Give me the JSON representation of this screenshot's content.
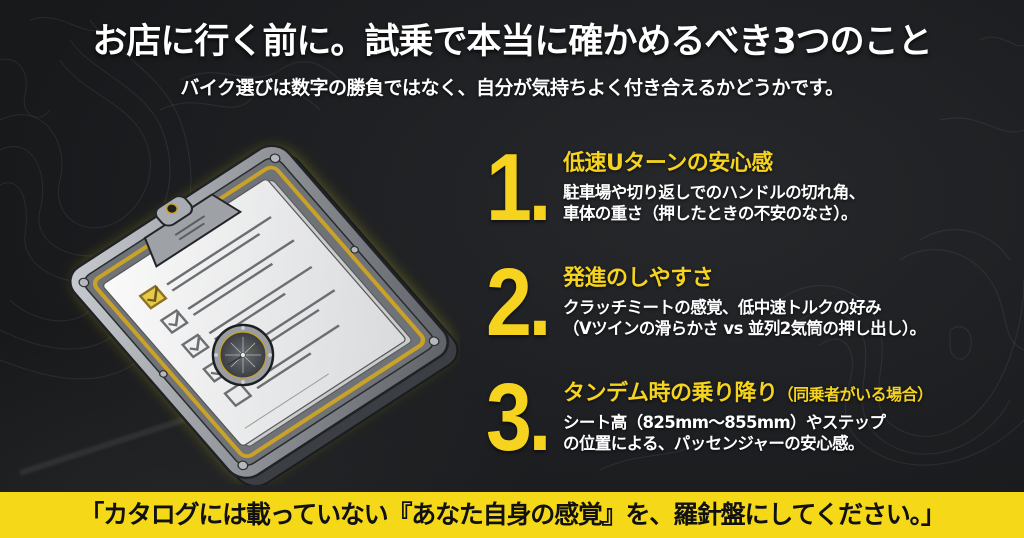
{
  "header": {
    "title": "お店に行く前に。試乗で本当に確かめるべき3つのこと",
    "subtitle": "バイク選びは数字の勝負ではなく、自分が気持ちよく付き合えるかどうかです。"
  },
  "illustration": {
    "icon": "clipboard-checklist-with-compass-icon",
    "checklist_rows": [
      {
        "state": "checked",
        "highlight": true
      },
      {
        "state": "checked",
        "highlight": false
      },
      {
        "state": "checked",
        "highlight": false
      },
      {
        "state": "checked",
        "highlight": false
      },
      {
        "state": "unchecked",
        "highlight": false
      }
    ]
  },
  "items": [
    {
      "number": "1.",
      "heading": "低速Uターンの安心感",
      "note": "",
      "body_lines": [
        "駐車場や切り返しでのハンドルの切れ角、",
        "車体の重さ（押したときの不安のなさ）。"
      ]
    },
    {
      "number": "2.",
      "heading": "発進のしやすさ",
      "note": "",
      "body_lines": [
        "クラッチミートの感覚、低中速トルクの好み",
        "（Vツインの滑らかさ vs 並列2気筒の押し出し）。"
      ]
    },
    {
      "number": "3.",
      "heading": "タンデム時の乗り降り",
      "note": "（同乗者がいる場合）",
      "body_lines": [
        "シート高（825mm〜855mm）やステップ",
        "の位置による、パッセンジャーの安心感。"
      ]
    }
  ],
  "banner": {
    "text": "「カタログには載っていない『あなた自身の感覚』を、羅針盤にしてください。」"
  },
  "colors": {
    "accent_yellow": "#f5d31e",
    "banner_yellow": "#f5d817",
    "background": "#1e2023",
    "text_white": "#ffffff",
    "banner_text": "#111111"
  }
}
